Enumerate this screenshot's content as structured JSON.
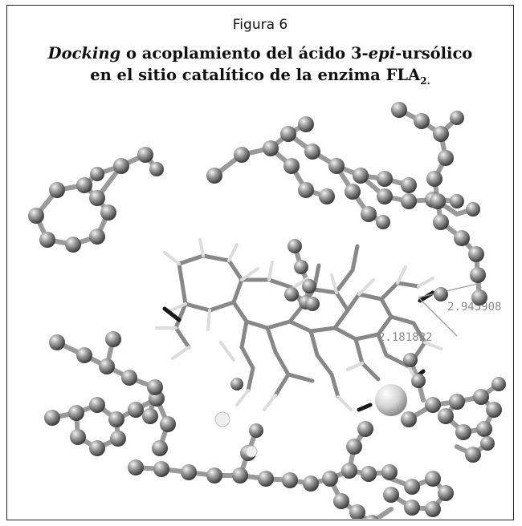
{
  "figure": {
    "label": "Figura 6",
    "caption": {
      "line1_italic": "Docking",
      "line1_rest1": " o acoplamiento del ácido 3-",
      "line1_italic2": "epi",
      "line1_rest2": "-ursólico",
      "line2_main": "en el sitio catalítico de la enzima FLA",
      "line2_sub": "2.",
      "full": "Docking o acoplamiento del ácido 3-epi-ursólico en el sitio catalítico de la enzima FLA2."
    }
  },
  "molecular_image": {
    "distance_labels": [
      "2.945908",
      "2.181822"
    ],
    "colors": {
      "atom_gray": "#8c8c8c",
      "bond_gray": "#9a9a9a",
      "ligand_stick": "#8a8a8a",
      "hydrogen": "#e6e6e6",
      "oxygen_dark": "#1a1a1a",
      "calcium_ion": "#d9d9d9"
    }
  }
}
